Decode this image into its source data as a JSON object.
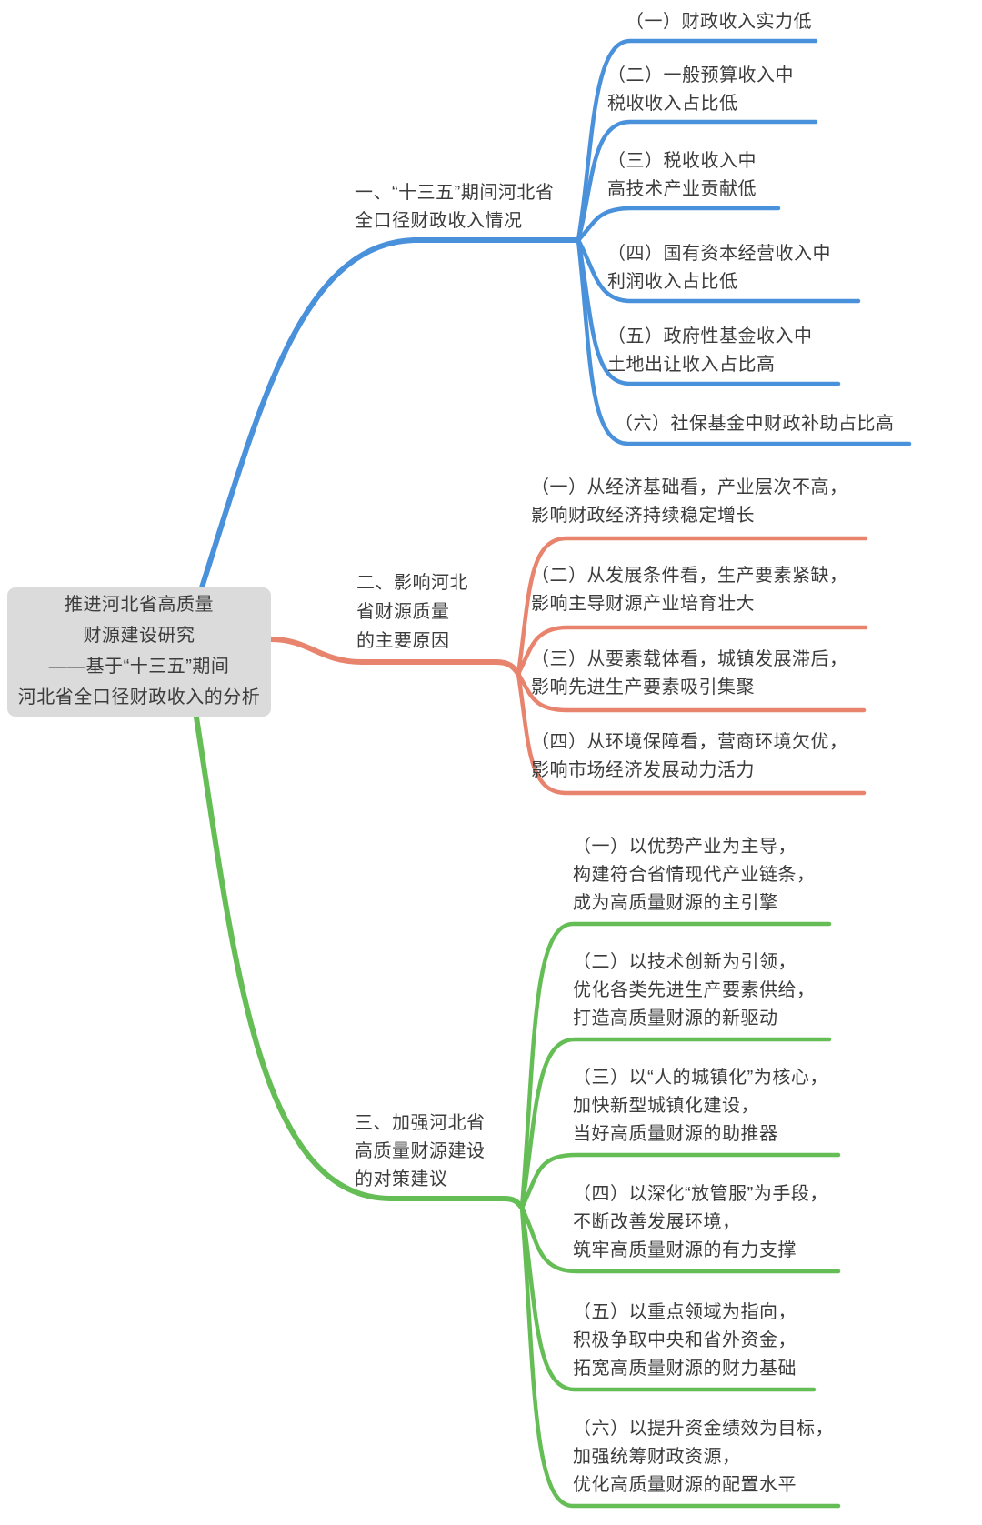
{
  "colors": {
    "branch1_blue": "#4A91DB",
    "branch2_salmon": "#E8846E",
    "branch3_green": "#64BE55",
    "root_background": "#DBDBDB",
    "text": "#3C3C3C"
  },
  "root": {
    "title": "推进河北省高质量\n财源建设研究\n——基于“十三五”期间\n河北省全口径财政收入的分析"
  },
  "branch1": {
    "label": "一、“十三五”期间河北省\n全口径财政收入情况",
    "children": [
      "（一）财政收入实力低",
      "（二）一般预算收入中\n税收收入占比低",
      "（三）税收收入中\n高技术产业贡献低",
      "（四）国有资本经营收入中\n利润收入占比低",
      "（五）政府性基金收入中\n土地出让收入占比高",
      "（六）社保基金中财政补助占比高"
    ]
  },
  "branch2": {
    "label": "二、影响河北\n省财源质量\n的主要原因",
    "children": [
      "（一）从经济基础看，产业层次不高，\n影响财政经济持续稳定增长",
      "（二）从发展条件看，生产要素紧缺，\n影响主导财源产业培育壮大",
      "（三）从要素载体看，城镇发展滞后，\n影响先进生产要素吸引集聚",
      "（四）从环境保障看，营商环境欠优，\n影响市场经济发展动力活力"
    ]
  },
  "branch3": {
    "label": "三、加强河北省\n高质量财源建设\n的对策建议",
    "children": [
      "（一）以优势产业为主导，\n构建符合省情现代产业链条，\n成为高质量财源的主引擎",
      "（二）以技术创新为引领，\n优化各类先进生产要素供给，\n打造高质量财源的新驱动",
      "（三）以“人的城镇化”为核心，\n加快新型城镇化建设，\n当好高质量财源的助推器",
      "（四）以深化“放管服”为手段，\n不断改善发展环境，\n筑牢高质量财源的有力支撑",
      "（五）以重点领域为指向，\n积极争取中央和省外资金，\n拓宽高质量财源的财力基础",
      "（六）以提升资金绩效为目标，\n加强统筹财政资源，\n优化高质量财源的配置水平"
    ]
  }
}
